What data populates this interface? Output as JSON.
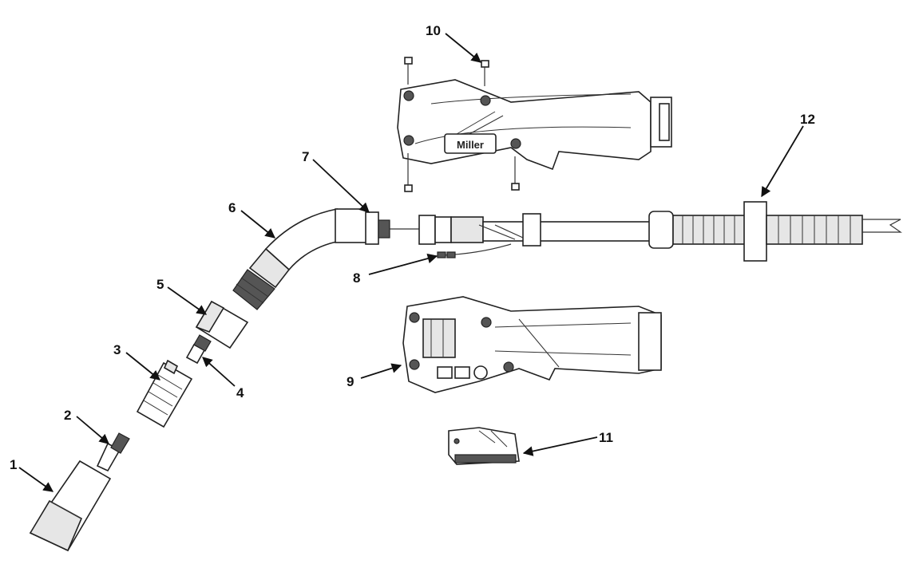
{
  "diagram": {
    "callouts": [
      "1",
      "2",
      "3",
      "4",
      "5",
      "6",
      "7",
      "8",
      "9",
      "10",
      "11",
      "12"
    ],
    "logo_text": "Miller"
  }
}
